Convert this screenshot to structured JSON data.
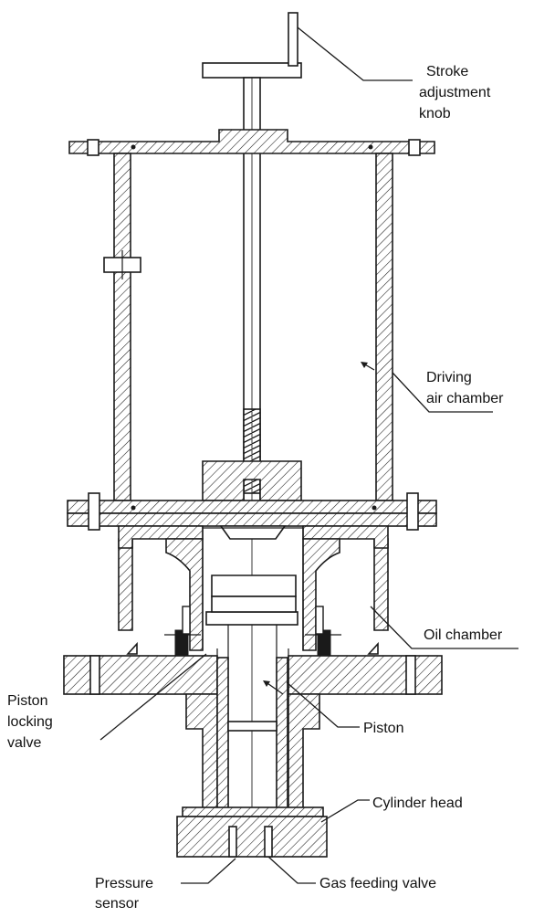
{
  "labels": {
    "stroke_knob": [
      "Stroke",
      "adjustment",
      "knob"
    ],
    "driving_chamber": [
      "Driving",
      "air chamber"
    ],
    "oil_chamber": "Oil chamber",
    "piston_locking_valve": [
      "Piston",
      "locking",
      "valve"
    ],
    "piston": "Piston",
    "cylinder_head": "Cylinder head",
    "pressure_sensor": [
      "Pressure",
      "sensor"
    ],
    "gas_feeding_valve": "Gas feeding valve"
  }
}
